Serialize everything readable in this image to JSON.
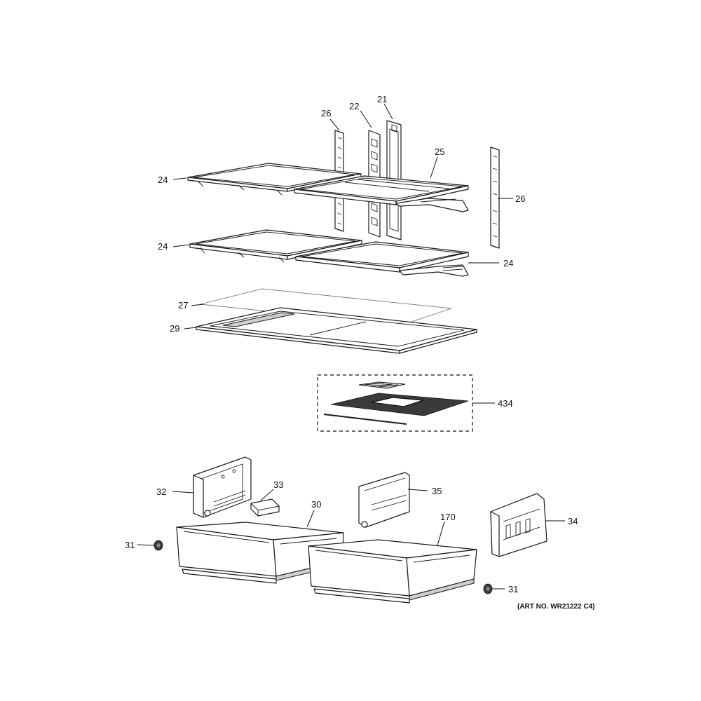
{
  "callouts": {
    "c21": "21",
    "c22": "22",
    "c26_top": "26",
    "c25": "25",
    "c26_right": "26",
    "c24_a": "24",
    "c24_b": "24",
    "c24_c": "24",
    "c27": "27",
    "c29": "29",
    "c434": "434",
    "c32": "32",
    "c33": "33",
    "c30": "30",
    "c35": "35",
    "c170": "170",
    "c34": "34",
    "c31_left": "31",
    "c31_right": "31"
  },
  "art_number": "(ART NO. WR21222 C4)"
}
